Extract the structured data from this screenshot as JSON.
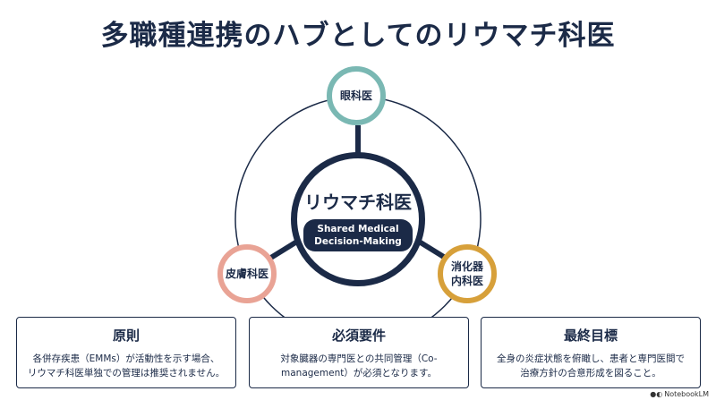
{
  "title": "多職種連携のハブとしてのリウマチ科医",
  "hub": {
    "title": "リウマチ科医",
    "badge_line1": "Shared Medical",
    "badge_line2": "Decision-Making"
  },
  "satellites": {
    "eye": {
      "line1": "眼科医"
    },
    "skin": {
      "line1": "皮膚科医"
    },
    "gi": {
      "line1": "消化器",
      "line2": "内科医"
    }
  },
  "cards": [
    {
      "title": "原則",
      "body_line1": "各併存疾患（EMMs）が活動性を示す場合、",
      "body_line2": "リウマチ科医単独での管理は推奨されません。"
    },
    {
      "title": "必須要件",
      "body_line1": "対象臓器の専門医との共同管理（Co-",
      "body_line2": "management）が必須となります。"
    },
    {
      "title": "最終目標",
      "body_line1": "全身の炎症状態を俯瞰し、患者と専門医間で",
      "body_line2": "治療方針の合意形成を図ること。"
    }
  ],
  "watermark": {
    "icon": "notebooklm-icon",
    "text": "NotebookLM"
  },
  "colors": {
    "navy": "#1b2a47",
    "eye_ring": "#7ab8b3",
    "skin_ring": "#e9a395",
    "gi_ring": "#d7a03a"
  }
}
